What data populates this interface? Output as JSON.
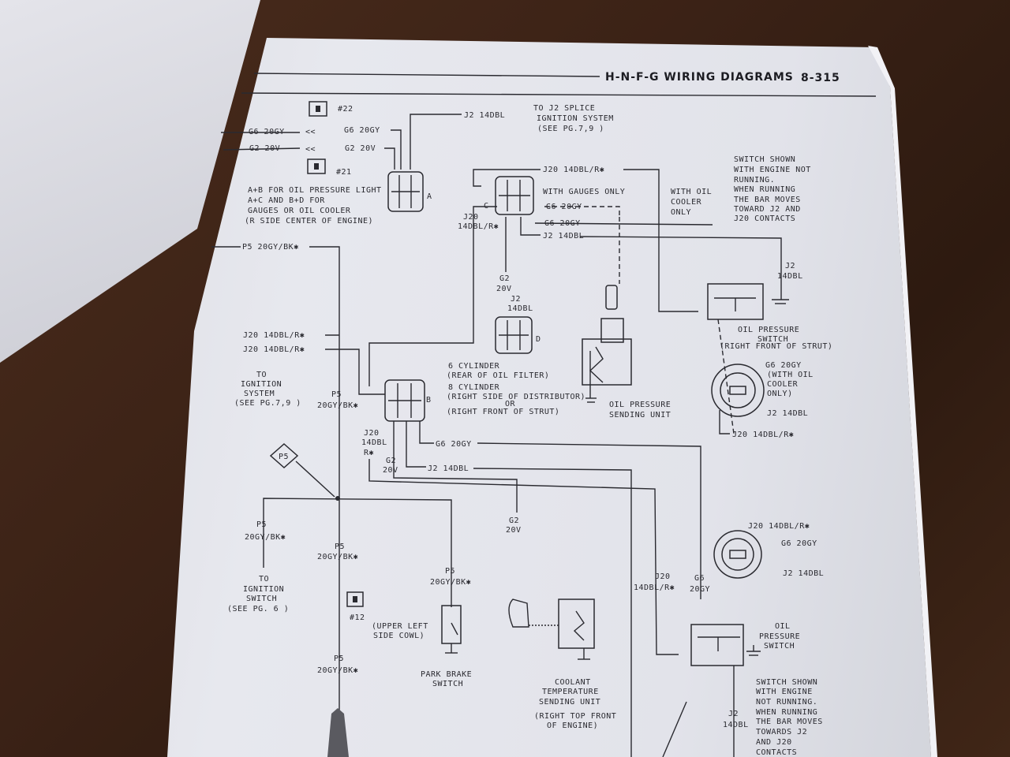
{
  "header": {
    "title": "H-N-F-G WIRING DIAGRAMS",
    "page_number": "8-315"
  },
  "connectors": {
    "c22": "#22",
    "c21": "#21",
    "c12": "#12",
    "A": "A",
    "B": "B",
    "C": "C",
    "D": "D",
    "P5": "P5"
  },
  "left_wires": {
    "g6_left": "G6 20GY",
    "g6_right": "G6 20GY",
    "g2_left": "G2 20V",
    "g2_right": "G2 20V",
    "j2_top": "J2 14DBL",
    "p5_top": "P5 20GY/BK✱",
    "j20_a": "J20 14DBL/R✱",
    "j20_b": "J20 14DBL/R✱"
  },
  "j2_splice_note": [
    "TO J2 SPLICE",
    "IGNITION SYSTEM",
    "(SEE PG.7,9 )"
  ],
  "connector_a_note": [
    "A+B FOR OIL PRESSURE LIGHT",
    "A+C AND B+D FOR",
    "GAUGES OR OIL COOLER",
    "(R  SIDE CENTER OF ENGINE)"
  ],
  "connector_c": {
    "j20_top": "J20 14DBL/R✱",
    "with_gauges": "WITH GAUGES ONLY",
    "g6": "G6 20GY",
    "j2": "J2 14DBL",
    "j20_side": [
      "J20",
      "14DBL/R✱"
    ],
    "with_oil_cooler": [
      "WITH OIL",
      "COOLER",
      "ONLY"
    ]
  },
  "switch_note_top": [
    "SWITCH SHOWN",
    "WITH ENGINE NOT",
    "RUNNING.",
    "WHEN RUNNING",
    "THE BAR MOVES",
    "TOWARD J2 AND",
    "J20 CONTACTS"
  ],
  "oil_switch_top": {
    "j2": [
      "J2",
      "14DBL"
    ],
    "label": [
      "OIL PRESSURE",
      "SWITCH",
      "(RIGHT FRONT OF STRUT)"
    ]
  },
  "connector_d": {
    "g2": [
      "G2",
      "20V"
    ],
    "j2": [
      "J2",
      "14DBL"
    ]
  },
  "to_ignition_left": [
    "TO",
    "IGNITION",
    "SYSTEM",
    "(SEE PG.7,9 )"
  ],
  "p5_mid": [
    "P5",
    "20GY/BK✱"
  ],
  "sender_locations": [
    "6 CYLINDER",
    "(REAR OF OIL FILTER)",
    "8 CYLINDER",
    "(RIGHT SIDE OF DISTRIBUTOR)",
    "OR",
    "(RIGHT FRONT OF STRUT)"
  ],
  "oil_sending_unit": [
    "OIL PRESSURE",
    "SENDING UNIT"
  ],
  "round_conn_top": {
    "g6": [
      "G6 20GY",
      "(WITH OIL",
      "COOLER",
      "ONLY)"
    ],
    "j2": "J2 14DBL",
    "j20": "J20 14DBL/R✱"
  },
  "connector_b": {
    "j20": [
      "J20",
      "14DBL",
      "R✱"
    ],
    "g2": [
      "G2",
      "20V"
    ],
    "g6": "G6 20GY",
    "j2": "J2 14DBL"
  },
  "g2_lower": [
    "G2",
    "20V"
  ],
  "p5_branch_left": [
    "P5",
    "20GY/BK✱"
  ],
  "p5_branch_mid": [
    "P5",
    "20GY/BK✱"
  ],
  "to_ignition_switch": [
    "TO",
    "IGNITION",
    "SWITCH",
    "(SEE PG. 6 )"
  ],
  "upper_left_cowl": [
    "(UPPER LEFT",
    "SIDE COWL)"
  ],
  "p5_lower": [
    "P5",
    "20GY/BK✱"
  ],
  "p5_park": [
    "P5",
    "20GY/BK✱"
  ],
  "park_brake": [
    "PARK BRAKE",
    "SWITCH"
  ],
  "coolant": [
    "COOLANT",
    "TEMPERATURE",
    "SENDING UNIT",
    "(RIGHT TOP FRONT",
    "OF ENGINE)"
  ],
  "round_conn_bottom": {
    "j20": "J20 14DBL/R✱",
    "g6": "G6 20GY",
    "j2": "J2 14DBL"
  },
  "lower_wires": {
    "j20": [
      "J20",
      "14DBL/R✱"
    ],
    "g6": [
      "G6",
      "20GY"
    ],
    "j2": [
      "J2",
      "14DBL"
    ]
  },
  "oil_switch_bottom": [
    "OIL",
    "PRESSURE",
    "SWITCH"
  ],
  "switch_note_bottom": [
    "SWITCH SHOWN",
    "WITH ENGINE",
    "NOT RUNNING.",
    "WHEN RUNNING",
    "THE BAR MOVES",
    "TOWARDS J2",
    "AND J20",
    "CONTACTS"
  ]
}
